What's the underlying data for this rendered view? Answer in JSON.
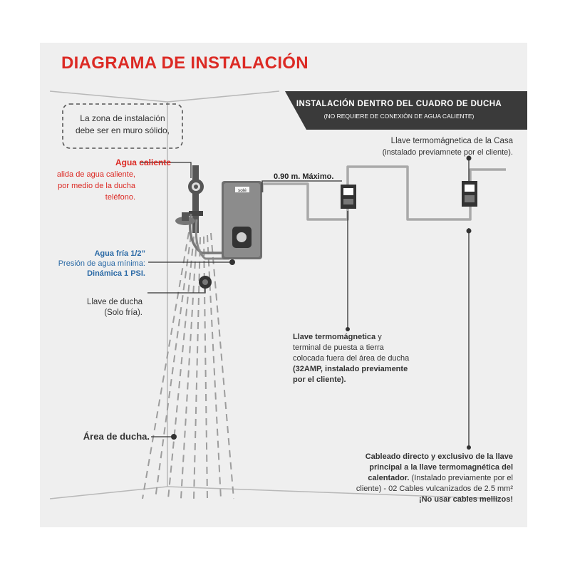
{
  "colors": {
    "red": "#dc2a24",
    "blue": "#2b6aa6",
    "dark": "#3a3a3a",
    "pipe": "#a9a9a9"
  },
  "title": "DIAGRAMA DE INSTALACIÓN",
  "banner": {
    "title": "INSTALACIÓN DENTRO DEL CUADRO DE DUCHA",
    "subtitle": "(NO REQUIERE DE CONEXIÓN DE AGUA CALIENTE)"
  },
  "zone_note": {
    "line1": "La zona de instalación",
    "line2": "debe ser en muro sólido,"
  },
  "hot_water": {
    "title": "Agua caliente",
    "line1": "alida de agua caliente,",
    "line2": "por medio de la ducha",
    "line3": "teléfono."
  },
  "cold_water": {
    "title": "Agua fría 1/2”",
    "line1": "Presión de agua mínima:",
    "line2": "Dinámica 1 PSI."
  },
  "shower_valve": {
    "title": "Llave de ducha",
    "subtitle": "(Solo fría)."
  },
  "shower_area": "Área de ducha.",
  "heater_brand": "solé",
  "distance": "0.90 m. Máximo.",
  "house_breaker": {
    "title": "Llave termomágnetica de la Casa",
    "subtitle": "(instalado previamnete por el cliente)."
  },
  "breaker": {
    "line1a": "Llave termomágnetica",
    "line1b": " y",
    "line2": "terminal de puesta a tierra",
    "line3": "colocada fuera del área de ducha",
    "line4": "(32AMP, instalado previamente",
    "line5": "por el cliente)."
  },
  "cabling": {
    "line1": "Cableado directo y exclusivo de la llave",
    "line2": "principal a la llave termomagnética del",
    "line3a": "calentador.",
    "line3b": " (Instalado previamente por el",
    "line4": "cliente) - 02 Cables vulcanizados de 2.5 mm²",
    "line5": "¡No usar cables mellizos!"
  }
}
